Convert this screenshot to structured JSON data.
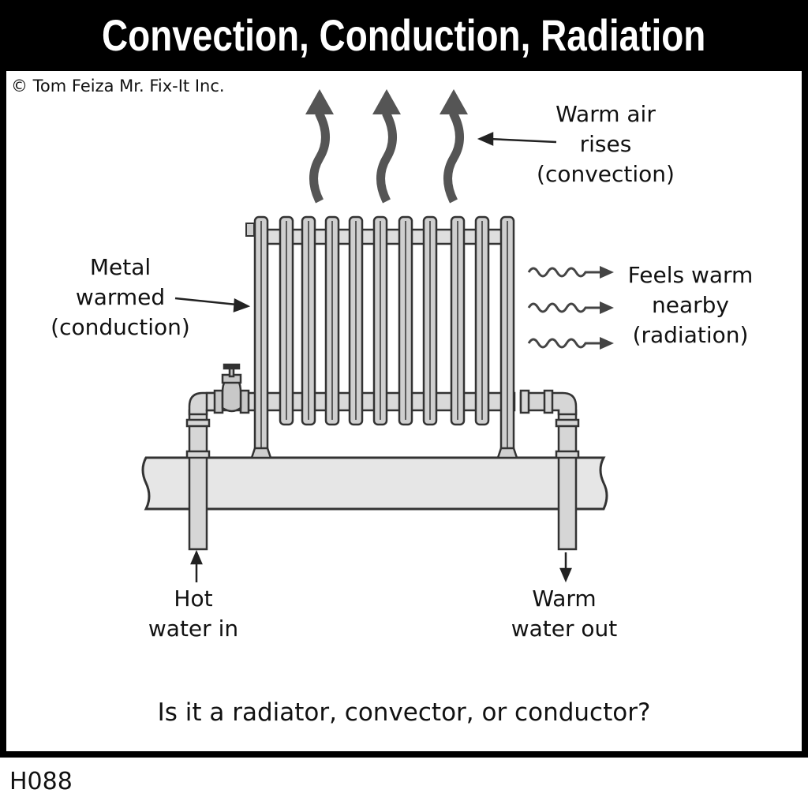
{
  "title": "Convection, Conduction, Radiation",
  "copyright": "© Tom Feiza Mr. Fix-It Inc.",
  "labels": {
    "convection": [
      "Warm air",
      "rises",
      "(convection)"
    ],
    "conduction": [
      "Metal",
      "warmed",
      "(conduction)"
    ],
    "radiation": [
      "Feels warm",
      "nearby",
      "(radiation)"
    ],
    "hot_in": [
      "Hot",
      "water in"
    ],
    "warm_out": [
      "Warm",
      "water out"
    ]
  },
  "question": "Is it a radiator, convector, or conductor?",
  "code": "H088",
  "colors": {
    "metal": "#d0d0d0",
    "outline": "#333333",
    "arrow": "#555555",
    "floor": "#e6e6e6"
  }
}
